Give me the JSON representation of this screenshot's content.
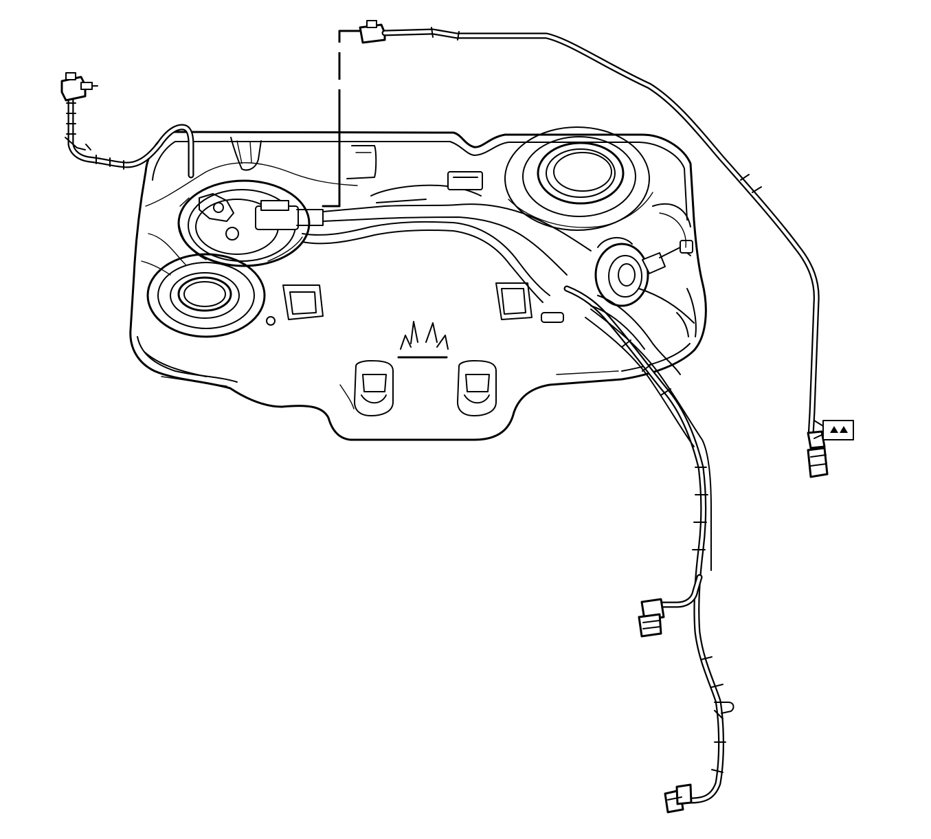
{
  "diagram": {
    "components": [
      "fuel-tank",
      "fuel-pump-module",
      "fuel-feed-line",
      "evap-vapor-line",
      "fuel-tank-harness",
      "filler-neck-port",
      "tank-strap-bracket"
    ],
    "colors": {
      "line": "#000000",
      "background": "#ffffff"
    }
  }
}
